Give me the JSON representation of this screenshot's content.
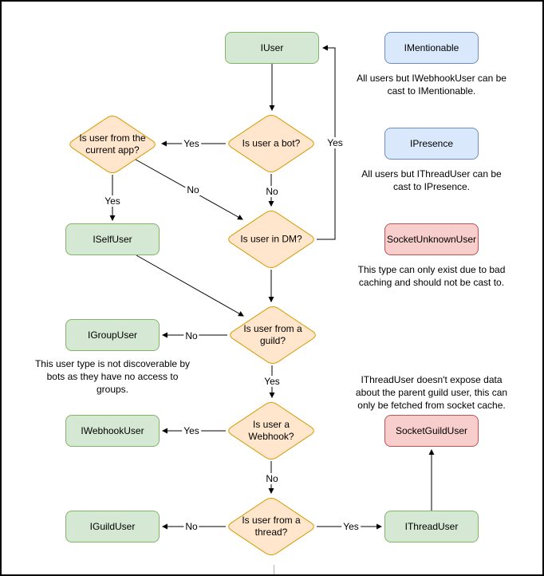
{
  "diagram": {
    "nodes": {
      "iuser": "IUser",
      "imentionable": "IMentionable",
      "ipresence": "IPresence",
      "socketunknownuser": "SocketUnknownUser",
      "iselfuser": "ISelfUser",
      "igroupuser": "IGroupUser",
      "iwebhookuser": "IWebhookUser",
      "iguilduser": "IGuildUser",
      "socketguilduser": "SocketGuildUser",
      "ithreaduser": "IThreadUser"
    },
    "decisions": {
      "is_bot": [
        "Is user a bot?"
      ],
      "is_current_app": [
        "Is user from the",
        "current app?"
      ],
      "is_dm": [
        "Is user in DM?"
      ],
      "is_guild": [
        "Is user from a",
        "guild?"
      ],
      "is_webhook": [
        "Is user a",
        "Webhook?"
      ],
      "is_thread": [
        "Is user from a",
        "thread?"
      ]
    },
    "edge_labels": {
      "bot_yes": "Yes",
      "bot_no": "No",
      "app_yes": "Yes",
      "app_no": "No",
      "dm_yes": "Yes",
      "guild_no": "No",
      "guild_yes": "Yes",
      "webhook_yes": "Yes",
      "webhook_no": "No",
      "thread_no": "No",
      "thread_yes": "Yes"
    },
    "annotations": {
      "mentionable": [
        "All users but IWebhookUser can be",
        "cast to IMentionable."
      ],
      "presence": [
        "All users but IThreadUser can be",
        "cast to IPresence."
      ],
      "unknown": [
        "This type can only exist due to bad",
        "caching and should not be cast to."
      ],
      "group": [
        "This user type is not discoverable by",
        "bots as they have no access to",
        "groups."
      ],
      "thread": [
        "IThreadUser doesn't expose data",
        "about the parent guild user, this can",
        "only be fetched from socket cache."
      ]
    },
    "colors": {
      "interface_fill": "#d5e8d4",
      "interface_border": "#82b366",
      "castable_fill": "#dae8fc",
      "castable_border": "#6c8ebf",
      "socket_fill": "#f8cecc",
      "socket_border": "#b85450",
      "decision_fill": "#ffe6cc",
      "decision_border": "#d79b00",
      "edge_color": "#000000"
    }
  }
}
